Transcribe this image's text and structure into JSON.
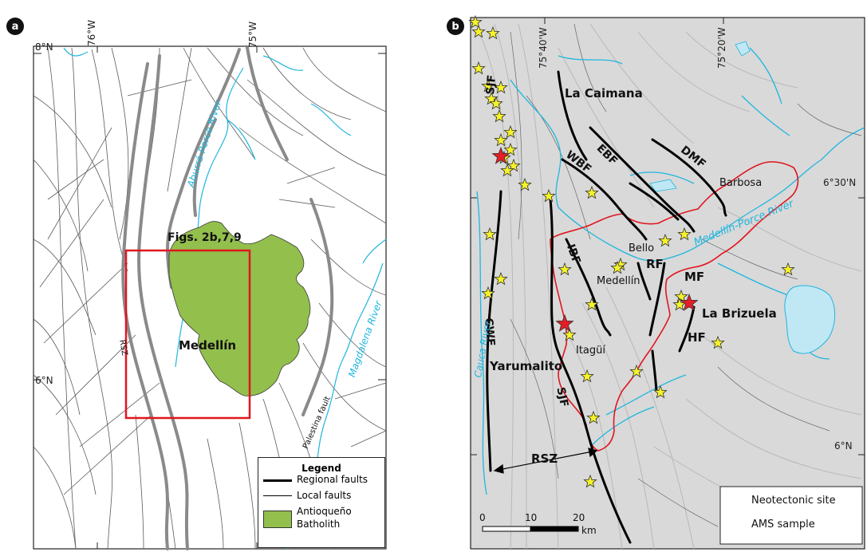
{
  "panel_a": {
    "badge": "a",
    "coords": {
      "w76": "76°W",
      "w75": "75°W",
      "n8": "8°N",
      "n6": "6°N"
    },
    "labels": {
      "figs": "Figs. 2b,7,9",
      "medellin": "Medellín",
      "rsz": "RSZ",
      "river_porce": "Aburrá-Porce River",
      "river_magdalena": "Magdalena River",
      "palestina": "Palestina fault"
    },
    "legend": {
      "title": "Legend",
      "regional": "Regional faults",
      "local": "Local faults",
      "batholith_1": "Antioqueño",
      "batholith_2": "Batholith"
    },
    "colors": {
      "batholith": "#93bf4d",
      "river": "#1fb6de",
      "frame": "#e0161e",
      "fault": "#8a8a8a"
    }
  },
  "panel_b": {
    "badge": "b",
    "coords": {
      "w7540": "75°40'W",
      "w7520": "75°20'W",
      "n630": "6°30'N",
      "n6": "6°N"
    },
    "faults": {
      "sjf_top": "SJF",
      "sjf_bot": "SJF",
      "wbf": "WBF",
      "ebf": "EBF",
      "dmf": "DMF",
      "ibf": "IBF",
      "rf": "RF",
      "mf": "MF",
      "hf": "HF",
      "cwf": "CWF",
      "rsz": "RSZ"
    },
    "places": {
      "caimana": "La Caimana",
      "barbosa": "Barbosa",
      "bello": "Bello",
      "medellin": "Medellín",
      "itagui": "Itagüí",
      "brizuela": "La Brizuela",
      "yarumalito": "Yarumalito"
    },
    "rivers": {
      "cauca": "Cauca River",
      "medellin_porce": "Medellín-Porce River"
    },
    "scale": {
      "t0": "0",
      "t10": "10",
      "t20": "20",
      "unit": "km"
    },
    "legend": {
      "neotectonic": "Neotectonic site",
      "ams": "AMS sample"
    },
    "colors": {
      "star_yellow": "#f5f22a",
      "star_red": "#e41e26",
      "river": "#1fb6de",
      "boundary": "#e0161e"
    }
  }
}
